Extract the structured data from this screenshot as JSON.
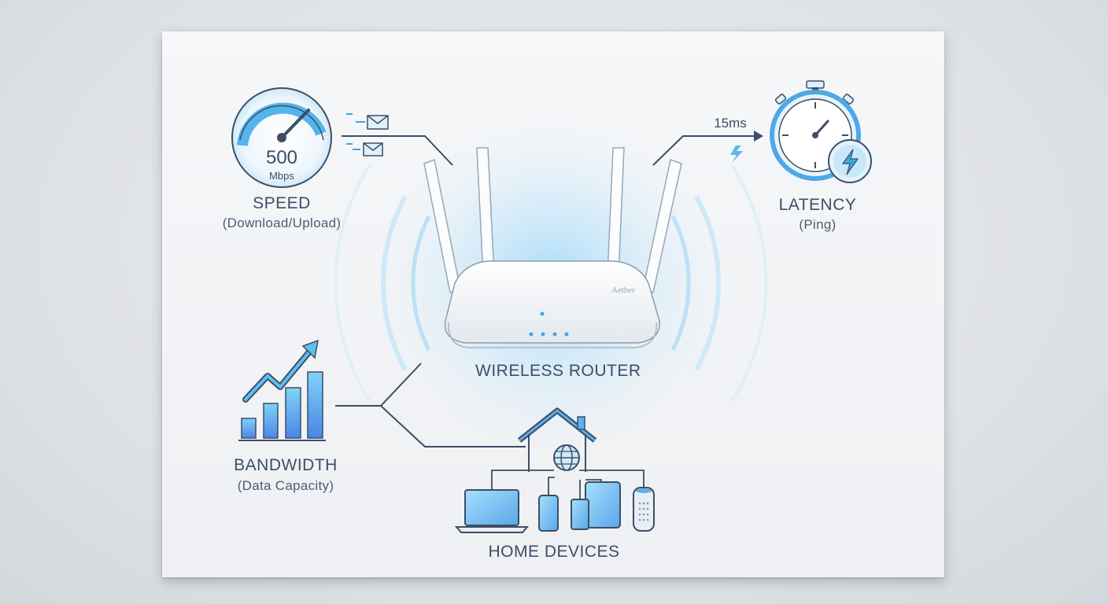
{
  "speed": {
    "value": "500",
    "unit": "Mbps",
    "title": "SPEED",
    "subtitle": "(Download/Upload)"
  },
  "latency": {
    "value": "15ms",
    "title": "LATENCY",
    "subtitle": "(Ping)"
  },
  "bandwidth": {
    "title": "BANDWIDTH",
    "subtitle": "(Data Capacity)"
  },
  "router": {
    "title": "WIRELESS ROUTER",
    "brand": "Aether"
  },
  "home": {
    "title": "HOME DEVICES"
  },
  "colors": {
    "accent": "#3aa8e8",
    "line": "#3d4e66",
    "glow": "#6ec3f5"
  }
}
